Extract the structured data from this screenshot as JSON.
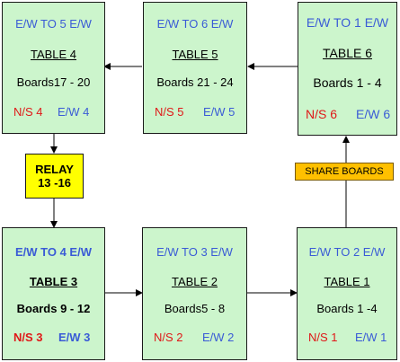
{
  "tables": [
    {
      "id": "table-4",
      "movement": "E/W TO 5 E/W",
      "title": "TABLE  4",
      "boards": "Boards17  -  20",
      "ns": "N/S 4",
      "ew": "E/W 4"
    },
    {
      "id": "table-5",
      "movement": "E/W TO 6 E/W",
      "title": "TABLE  5",
      "boards": "Boards 21  - 24",
      "ns": "N/S 5",
      "ew": "E/W 5"
    },
    {
      "id": "table-6",
      "movement": "E/W TO 1 E/W",
      "title": "TABLE  6",
      "boards": "Boards 1 - 4",
      "ns": "N/S 6",
      "ew": "E/W 6"
    },
    {
      "id": "table-3",
      "movement": "E/W TO 4 E/W",
      "title": "TABLE  3",
      "boards": "Boards 9 - 12",
      "ns": "N/S 3",
      "ew": "E/W 3"
    },
    {
      "id": "table-2",
      "movement": "E/W TO 3 E/W",
      "title": "TABLE  2",
      "boards": "Boards5 - 8",
      "ns": "N/S 2",
      "ew": "E/W 2"
    },
    {
      "id": "table-1",
      "movement": "E/W TO 2 E/W",
      "title": "TABLE  1",
      "boards": "Boards 1 -4",
      "ns": "N/S 1",
      "ew": "E/W 1"
    }
  ],
  "relay": {
    "line1": "RELAY",
    "line2": "13 -16"
  },
  "share_boards": "SHARE BOARDS",
  "colors": {
    "box_fill": "#ccf5cc",
    "movement_text": "#3a5bd6",
    "ns_text": "#e01818",
    "ew_text": "#3a5bd6",
    "relay_fill": "#ffff00",
    "share_fill": "#ffc000"
  }
}
